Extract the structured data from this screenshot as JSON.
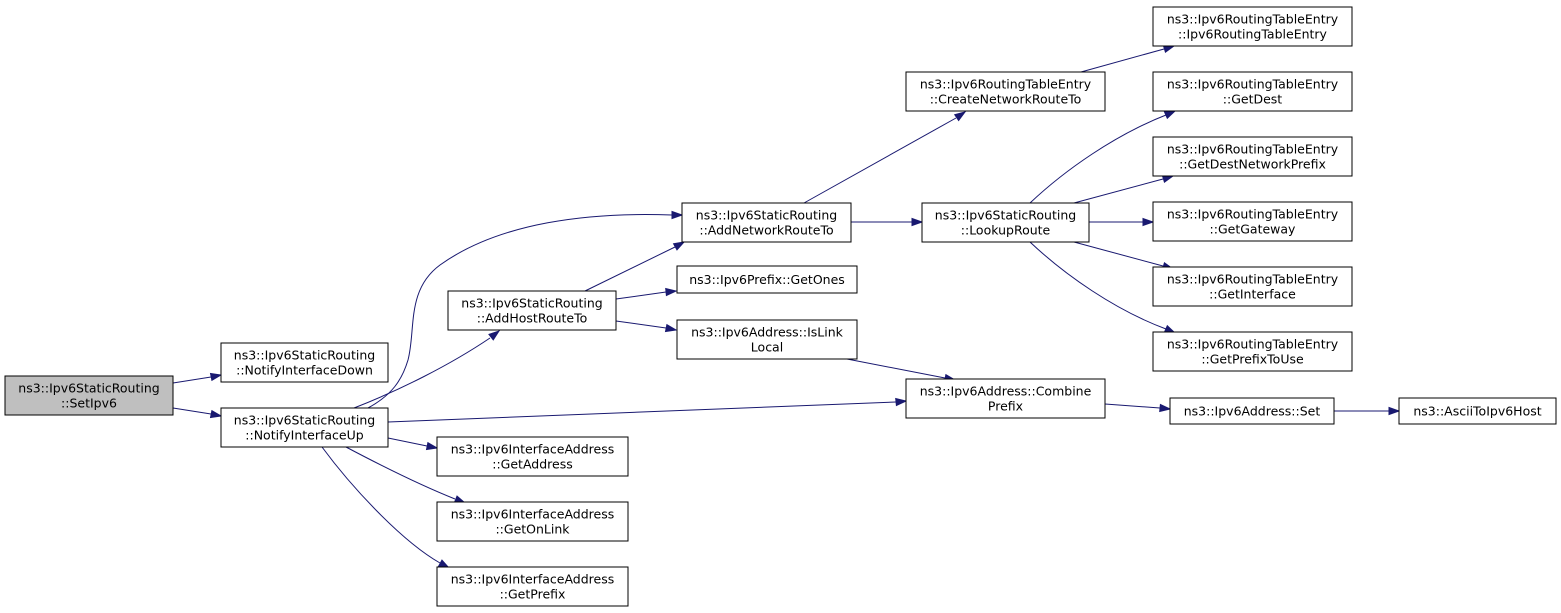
{
  "graph": {
    "title": "",
    "colors": {
      "edge": "#191970",
      "node_border": "#000000",
      "root_fill": "#bfbfbf",
      "node_fill": "#ffffff"
    },
    "nodes": [
      {
        "id": "setipv6",
        "lines": [
          "ns3::Ipv6StaticRouting",
          "::SetIpv6"
        ],
        "root": true
      },
      {
        "id": "notifydown",
        "lines": [
          "ns3::Ipv6StaticRouting",
          "::NotifyInterfaceDown"
        ]
      },
      {
        "id": "notifyup",
        "lines": [
          "ns3::Ipv6StaticRouting",
          "::NotifyInterfaceUp"
        ]
      },
      {
        "id": "addhost",
        "lines": [
          "ns3::Ipv6StaticRouting",
          "::AddHostRouteTo"
        ]
      },
      {
        "id": "addnet",
        "lines": [
          "ns3::Ipv6StaticRouting",
          "::AddNetworkRouteTo"
        ]
      },
      {
        "id": "getones",
        "lines": [
          "ns3::Ipv6Prefix::GetOnes"
        ]
      },
      {
        "id": "islinklocal",
        "lines": [
          "ns3::Ipv6Address::IsLink",
          "Local"
        ]
      },
      {
        "id": "getaddress",
        "lines": [
          "ns3::Ipv6InterfaceAddress",
          "::GetAddress"
        ]
      },
      {
        "id": "getonlink",
        "lines": [
          "ns3::Ipv6InterfaceAddress",
          "::GetOnLink"
        ]
      },
      {
        "id": "getprefix",
        "lines": [
          "ns3::Ipv6InterfaceAddress",
          "::GetPrefix"
        ]
      },
      {
        "id": "createnet",
        "lines": [
          "ns3::Ipv6RoutingTableEntry",
          "::CreateNetworkRouteTo"
        ]
      },
      {
        "id": "lookup",
        "lines": [
          "ns3::Ipv6StaticRouting",
          "::LookupRoute"
        ]
      },
      {
        "id": "combine",
        "lines": [
          "ns3::Ipv6Address::Combine",
          "Prefix"
        ]
      },
      {
        "id": "rte_ctor",
        "lines": [
          "ns3::Ipv6RoutingTableEntry",
          "::Ipv6RoutingTableEntry"
        ]
      },
      {
        "id": "getdest",
        "lines": [
          "ns3::Ipv6RoutingTableEntry",
          "::GetDest"
        ]
      },
      {
        "id": "getdestprefix",
        "lines": [
          "ns3::Ipv6RoutingTableEntry",
          "::GetDestNetworkPrefix"
        ]
      },
      {
        "id": "getgateway",
        "lines": [
          "ns3::Ipv6RoutingTableEntry",
          "::GetGateway"
        ]
      },
      {
        "id": "getinterface",
        "lines": [
          "ns3::Ipv6RoutingTableEntry",
          "::GetInterface"
        ]
      },
      {
        "id": "getprefixtouse",
        "lines": [
          "ns3::Ipv6RoutingTableEntry",
          "::GetPrefixToUse"
        ]
      },
      {
        "id": "addrset",
        "lines": [
          "ns3::Ipv6Address::Set"
        ]
      },
      {
        "id": "ascii",
        "lines": [
          "ns3::AsciiToIpv6Host"
        ]
      }
    ],
    "edges": [
      {
        "from": "setipv6",
        "to": "notifydown"
      },
      {
        "from": "setipv6",
        "to": "notifyup"
      },
      {
        "from": "notifyup",
        "to": "addnet"
      },
      {
        "from": "notifyup",
        "to": "addhost"
      },
      {
        "from": "notifyup",
        "to": "combine"
      },
      {
        "from": "notifyup",
        "to": "getaddress"
      },
      {
        "from": "notifyup",
        "to": "getonlink"
      },
      {
        "from": "notifyup",
        "to": "getprefix"
      },
      {
        "from": "addhost",
        "to": "addnet"
      },
      {
        "from": "addhost",
        "to": "getones"
      },
      {
        "from": "addhost",
        "to": "islinklocal"
      },
      {
        "from": "addnet",
        "to": "createnet"
      },
      {
        "from": "addnet",
        "to": "lookup"
      },
      {
        "from": "createnet",
        "to": "rte_ctor"
      },
      {
        "from": "lookup",
        "to": "getdest"
      },
      {
        "from": "lookup",
        "to": "getdestprefix"
      },
      {
        "from": "lookup",
        "to": "getgateway"
      },
      {
        "from": "lookup",
        "to": "getinterface"
      },
      {
        "from": "lookup",
        "to": "getprefixtouse"
      },
      {
        "from": "islinklocal",
        "to": "combine"
      },
      {
        "from": "combine",
        "to": "addrset"
      },
      {
        "from": "addrset",
        "to": "ascii"
      }
    ]
  }
}
